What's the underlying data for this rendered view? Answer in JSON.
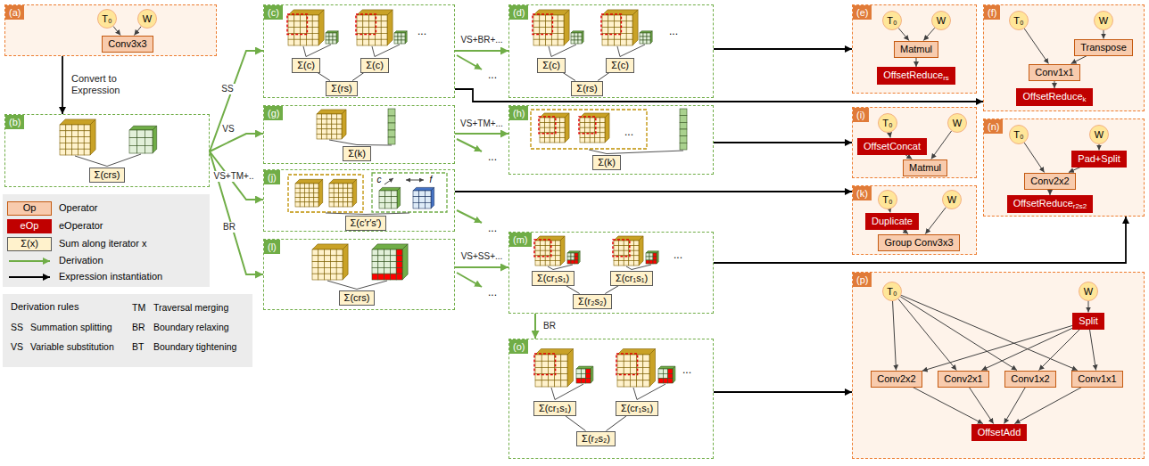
{
  "diagram": {
    "nodes": [
      {
        "text": [
          "(a)"
        ]
      },
      {
        "text": [
          "T₀"
        ],
        "in": 0
      },
      {
        "text": [
          "W"
        ],
        "in": 0
      },
      {
        "text": [
          "Conv3x3"
        ],
        "in": 0
      },
      {
        "text": [
          "(b)"
        ]
      },
      {
        "text": [
          "Σ(crs)"
        ],
        "in": 4
      },
      {
        "text": [
          "(c)"
        ]
      },
      {
        "text": [
          "Σ(c)"
        ],
        "in": 6
      },
      {
        "text": [
          "Σ(c)"
        ],
        "in": 6
      },
      {
        "text": [
          "Σ(rs)"
        ],
        "in": 6
      },
      {
        "text": [
          "(d)"
        ]
      },
      {
        "text": [
          "Σ(c)"
        ],
        "in": 10
      },
      {
        "text": [
          "Σ(c)"
        ],
        "in": 10
      },
      {
        "text": [
          "Σ(rs)"
        ],
        "in": 10
      },
      {
        "text": [
          "(e)"
        ]
      },
      {
        "text": [
          "T₀"
        ],
        "in": 14
      },
      {
        "text": [
          "W"
        ],
        "in": 14
      },
      {
        "text": [
          "Matmul"
        ],
        "in": 14
      },
      {
        "text": [
          "OffsetReduce",
          "rs"
        ],
        "in": 14
      },
      {
        "text": [
          "(f)"
        ]
      },
      {
        "text": [
          "T₀"
        ],
        "in": 19
      },
      {
        "text": [
          "W"
        ],
        "in": 19
      },
      {
        "text": [
          "Transpose"
        ],
        "in": 19
      },
      {
        "text": [
          "Conv1x1"
        ],
        "in": 19
      },
      {
        "text": [
          "OffsetReduce",
          "k"
        ],
        "in": 19
      },
      {
        "text": [
          "(g)"
        ]
      },
      {
        "text": [
          "Σ(k)"
        ],
        "in": 25
      },
      {
        "text": [
          "(h)"
        ]
      },
      {
        "text": [
          "Σ(k)"
        ],
        "in": 27
      },
      {
        "text": [
          "(i)"
        ]
      },
      {
        "text": [
          "T₀"
        ],
        "in": 29
      },
      {
        "text": [
          "W"
        ],
        "in": 29
      },
      {
        "text": [
          "OffsetConcat"
        ],
        "in": 29
      },
      {
        "text": [
          "Matmul"
        ],
        "in": 29
      },
      {
        "text": [
          "(j)"
        ]
      },
      {
        "text": [
          "Σ(c′r′s′)"
        ],
        "in": 34
      },
      {
        "text": [
          "(k)"
        ]
      },
      {
        "text": [
          "T₀"
        ],
        "in": 36
      },
      {
        "text": [
          "W"
        ],
        "in": 36
      },
      {
        "text": [
          "Duplicate"
        ],
        "in": 36
      },
      {
        "text": [
          "Group Conv3x3"
        ],
        "in": 36
      },
      {
        "text": [
          "(l)"
        ]
      },
      {
        "text": [
          "Σ(crs)"
        ],
        "in": 41
      },
      {
        "text": [
          "(m)"
        ]
      },
      {
        "text": [
          "Σ(cr₁s₁)"
        ],
        "in": 43
      },
      {
        "text": [
          "Σ(cr₁s₁)"
        ],
        "in": 43
      },
      {
        "text": [
          "Σ(r₂s₂)"
        ],
        "in": 43
      },
      {
        "text": [
          "(n)"
        ]
      },
      {
        "text": [
          "T₀"
        ],
        "in": 47
      },
      {
        "text": [
          "W"
        ],
        "in": 47
      },
      {
        "text": [
          "Pad+Split"
        ],
        "in": 47
      },
      {
        "text": [
          "Conv2x2"
        ],
        "in": 47
      },
      {
        "text": [
          "OffsetReduce",
          "r2s2"
        ],
        "in": 47
      },
      {
        "text": [
          "(o)"
        ]
      },
      {
        "text": [
          "Σ(cr₁s₁)"
        ],
        "in": 53
      },
      {
        "text": [
          "Σ(cr₁s₁)"
        ],
        "in": 53
      },
      {
        "text": [
          "Σ(r₂s₂)"
        ],
        "in": 53
      },
      {
        "text": [
          "(p)"
        ]
      },
      {
        "text": [
          "T₀"
        ],
        "in": 57
      },
      {
        "text": [
          "W"
        ],
        "in": 57
      },
      {
        "text": [
          "Split"
        ],
        "in": 57
      },
      {
        "text": [
          "Conv2x2"
        ],
        "in": 57
      },
      {
        "text": [
          "Conv2x1"
        ],
        "in": 57
      },
      {
        "text": [
          "Conv1x2"
        ],
        "in": 57
      },
      {
        "text": [
          "Conv1x1"
        ],
        "in": 57
      },
      {
        "text": [
          "OffsetAdd"
        ],
        "in": 57
      }
    ],
    "edges": [
      {
        "from": 0,
        "to": 4,
        "label": "Convert to Expression",
        "arrow": "to"
      },
      {
        "from": 1,
        "to": 3,
        "arrow": "to"
      },
      {
        "from": 2,
        "to": 3,
        "arrow": "to"
      },
      {
        "from": 4,
        "to": 6,
        "label": "SS",
        "arrow": "to"
      },
      {
        "from": 4,
        "to": 25,
        "label": "VS",
        "arrow": "to"
      },
      {
        "from": 4,
        "to": 34,
        "label": "VS+TM+..",
        "arrow": "to"
      },
      {
        "from": 4,
        "to": 41,
        "label": "BR",
        "arrow": "to"
      },
      {
        "from": 7,
        "to": 9,
        "arrow": "none"
      },
      {
        "from": 8,
        "to": 9,
        "arrow": "none"
      },
      {
        "from": 6,
        "to": 10,
        "label": "VS+BR+...",
        "arrow": "to"
      },
      {
        "from": 11,
        "to": 13,
        "arrow": "none"
      },
      {
        "from": 12,
        "to": 13,
        "arrow": "none"
      },
      {
        "from": 10,
        "to": 14,
        "arrow": "to"
      },
      {
        "from": 6,
        "to": 19,
        "arrow": "to"
      },
      {
        "from": 15,
        "to": 17,
        "arrow": "to"
      },
      {
        "from": 16,
        "to": 17,
        "arrow": "to"
      },
      {
        "from": 17,
        "to": 18,
        "arrow": "to"
      },
      {
        "from": 21,
        "to": 22,
        "arrow": "to"
      },
      {
        "from": 20,
        "to": 23,
        "arrow": "to"
      },
      {
        "from": 22,
        "to": 23,
        "arrow": "to"
      },
      {
        "from": 23,
        "to": 24,
        "arrow": "to"
      },
      {
        "from": 25,
        "to": 27,
        "label": "VS+TM+...",
        "arrow": "to"
      },
      {
        "from": 27,
        "to": 29,
        "arrow": "to"
      },
      {
        "from": 30,
        "to": 32,
        "arrow": "to"
      },
      {
        "from": 32,
        "to": 33,
        "arrow": "to"
      },
      {
        "from": 31,
        "to": 33,
        "arrow": "to"
      },
      {
        "from": 34,
        "to": 36,
        "arrow": "to"
      },
      {
        "from": 37,
        "to": 39,
        "arrow": "to"
      },
      {
        "from": 39,
        "to": 40,
        "arrow": "to"
      },
      {
        "from": 38,
        "to": 40,
        "arrow": "to"
      },
      {
        "from": 41,
        "to": 43,
        "label": "VS+SS+...",
        "arrow": "to"
      },
      {
        "from": 44,
        "to": 46,
        "arrow": "none"
      },
      {
        "from": 45,
        "to": 46,
        "arrow": "none"
      },
      {
        "from": 43,
        "to": 47,
        "arrow": "to"
      },
      {
        "from": 49,
        "to": 50,
        "arrow": "to"
      },
      {
        "from": 48,
        "to": 51,
        "arrow": "to"
      },
      {
        "from": 50,
        "to": 51,
        "arrow": "to"
      },
      {
        "from": 51,
        "to": 52,
        "arrow": "to"
      },
      {
        "from": 43,
        "to": 53,
        "label": "BR",
        "arrow": "to"
      },
      {
        "from": 54,
        "to": 56,
        "arrow": "none"
      },
      {
        "from": 55,
        "to": 56,
        "arrow": "none"
      },
      {
        "from": 53,
        "to": 57,
        "arrow": "to"
      },
      {
        "from": 58,
        "to": 61,
        "arrow": "to"
      },
      {
        "from": 58,
        "to": 62,
        "arrow": "to"
      },
      {
        "from": 58,
        "to": 63,
        "arrow": "to"
      },
      {
        "from": 58,
        "to": 64,
        "arrow": "to"
      },
      {
        "from": 59,
        "to": 60,
        "arrow": "to"
      },
      {
        "from": 60,
        "to": 61,
        "arrow": "to"
      },
      {
        "from": 60,
        "to": 62,
        "arrow": "to"
      },
      {
        "from": 60,
        "to": 63,
        "arrow": "to"
      },
      {
        "from": 60,
        "to": 64,
        "arrow": "to"
      },
      {
        "from": 61,
        "to": 65,
        "arrow": "to"
      },
      {
        "from": 62,
        "to": 65,
        "arrow": "to"
      },
      {
        "from": 63,
        "to": 65,
        "arrow": "to"
      },
      {
        "from": 64,
        "to": 65,
        "arrow": "to"
      }
    ],
    "labels": [
      "Op",
      "eOp",
      "Σ(x)",
      "Derivation rules",
      "SS",
      "Summation splitting",
      "VS",
      "Variable substitution",
      "TM",
      "Traversal merging",
      "BR",
      "Boundary relaxing",
      "BT",
      "Boundary tightening",
      "...",
      "...",
      "...",
      "...",
      "...",
      "...",
      "...",
      "...",
      "...",
      "c",
      "f"
    ],
    "legend": [
      {
        "text": "Operator",
        "color": "#f8cbad"
      },
      {
        "text": "eOperator",
        "color": "#c00000"
      },
      {
        "text": "Sum along iterator x",
        "color": "#fff2cc"
      },
      {
        "text": "Derivation"
      },
      {
        "text": "Expression instantiation"
      }
    ]
  }
}
